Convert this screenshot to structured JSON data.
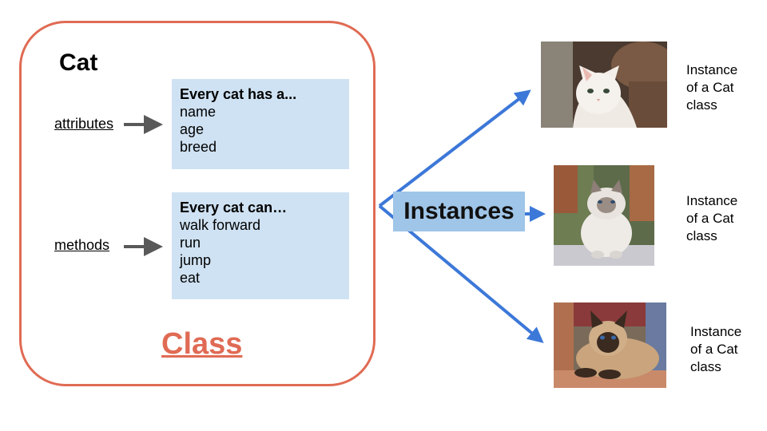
{
  "class_box": {
    "title": "Cat",
    "label": "Class",
    "attributes_label": "attributes",
    "methods_label": "methods",
    "attributes_box": {
      "header": "Every cat has a...",
      "items": [
        "name",
        "age",
        "breed"
      ]
    },
    "methods_box": {
      "header": "Every cat can…",
      "items": [
        "walk forward",
        "run",
        "jump",
        "eat"
      ]
    }
  },
  "instances": {
    "label": "Instances",
    "captions": [
      [
        "Instance",
        "of a Cat",
        "class"
      ],
      [
        "Instance",
        "of a Cat",
        "class"
      ],
      [
        "Instance",
        "of a Cat",
        "class"
      ]
    ]
  },
  "colors": {
    "class_accent": "#e06b54",
    "info_box_fill": "#cfe2f3",
    "instances_fill": "#9fc5e8",
    "arrow_blue": "#3c78d8",
    "arrow_gray": "#595959"
  }
}
